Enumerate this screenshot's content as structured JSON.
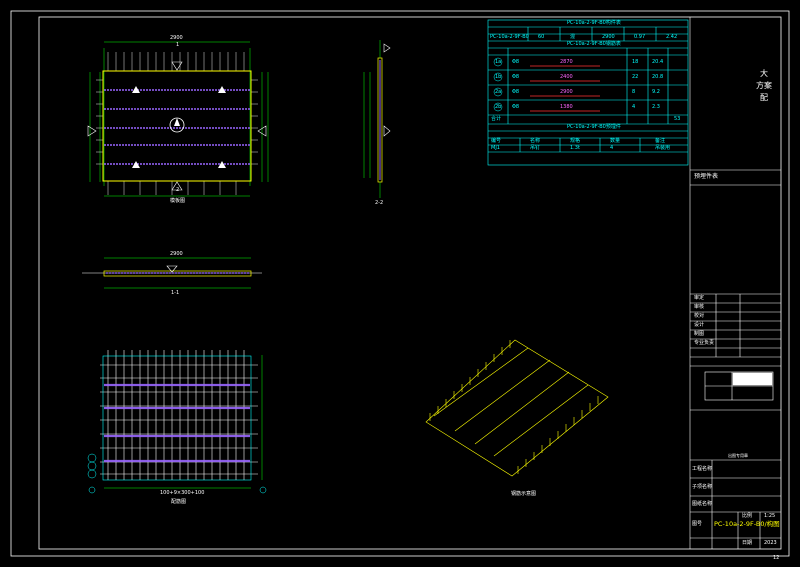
{
  "sheet": {
    "drawing_number": "PC-10a-2-9F-B0/构图",
    "project_title_lines": [
      "大",
      "方案",
      "配"
    ],
    "design_notes_label": "预埋件表",
    "page_number": "12"
  },
  "views": {
    "plan_label": "模板图",
    "section_1_label": "1-1",
    "section_2_label": "2-2",
    "rebar_label": "配筋图",
    "iso_label": "钢筋示意图",
    "section_marker_1": "1",
    "section_marker_2": "2"
  },
  "table": {
    "header1": "PC-10a-2-9F-B0构件表",
    "header2": "PC-10a-2-9F-B0钢筋表",
    "header3": "PC-10a-2-9F-B0预埋件",
    "row_top": [
      "PC-10a-2-9F-B0",
      "60",
      "混",
      "2900",
      "0.97",
      "2.42"
    ],
    "bars": [
      {
        "no": "1a",
        "spec": "Φ8",
        "len": "2870",
        "qty": "18",
        "w": "20.4"
      },
      {
        "no": "1b",
        "spec": "Φ8",
        "len": "2400",
        "qty": "22",
        "w": "20.8"
      },
      {
        "no": "2a",
        "spec": "Φ8",
        "len": "2900",
        "qty": "8",
        "w": "9.2"
      },
      {
        "no": "2b",
        "spec": "Φ8",
        "len": "1380",
        "qty": "4",
        "w": "2.3"
      }
    ],
    "total_label": "合计",
    "total_value": "53",
    "embed_row1": [
      "编号",
      "名称",
      "规格",
      "数量",
      "备注"
    ],
    "embed_row2": [
      "MJ1",
      "吊钉",
      "1.3t",
      "4",
      "吊装用"
    ]
  },
  "titleblock": {
    "rows": [
      "审定",
      "审核",
      "校对",
      "设计",
      "制图",
      "专业负责"
    ],
    "labels": [
      "工程名称",
      "子项名称",
      "图纸名称",
      "图号",
      "比例",
      "日期"
    ],
    "scale": "1:25",
    "date": "2023",
    "stamp_label": "出图专用章"
  },
  "dims": {
    "top_overall": "2900",
    "section_overall": "2900",
    "rebar_bottom": "100+9×300+100"
  }
}
